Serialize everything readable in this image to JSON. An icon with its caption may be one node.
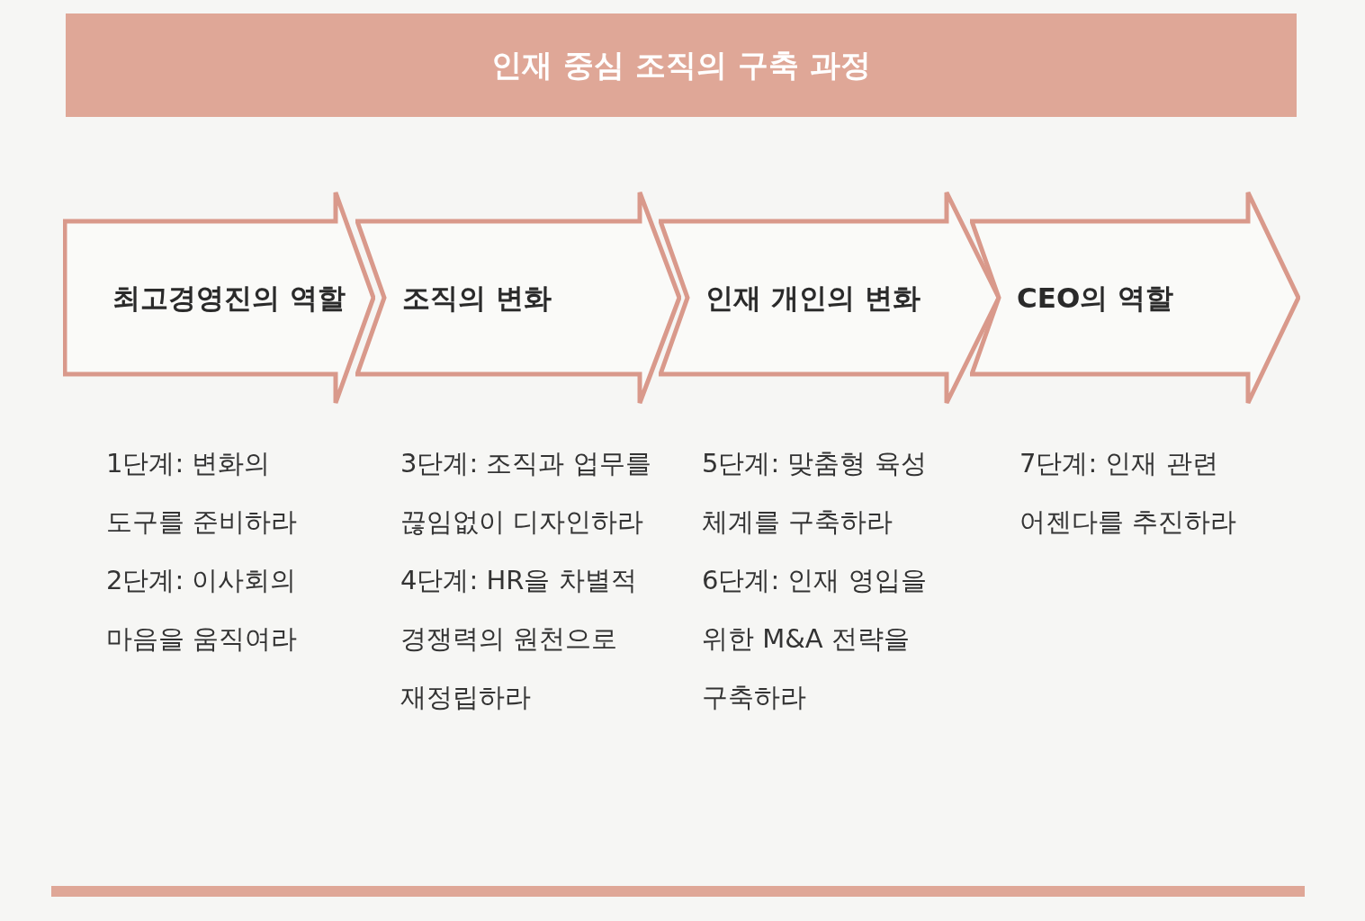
{
  "diagram": {
    "title": "인재 중심 조직의 구축 과정",
    "nodes": [
      {
        "text": [
          "최고경영진의 역할"
        ],
        "beside": [
          "1단계: 변화의 도구를 준비하라",
          "2단계: 이사회의 마음을 움직여라"
        ]
      },
      {
        "text": [
          "조직의 변화"
        ],
        "beside": [
          "3단계: 조직과 업무를 끊임없이 디자인하라",
          "4단계: HR을 차별적 경쟁력의 원천으로 재정립하라"
        ]
      },
      {
        "text": [
          "인재 개인의 변화"
        ],
        "beside": [
          "5단계: 맞춤형 육성 체계를 구축하라",
          "6단계: 인재 영입을 위한 M&A 전략을 구축하라"
        ]
      },
      {
        "text": [
          "CEO의 역할"
        ],
        "beside": [
          "7단계: 인재 관련 어젠다를 추진하라"
        ]
      }
    ]
  }
}
